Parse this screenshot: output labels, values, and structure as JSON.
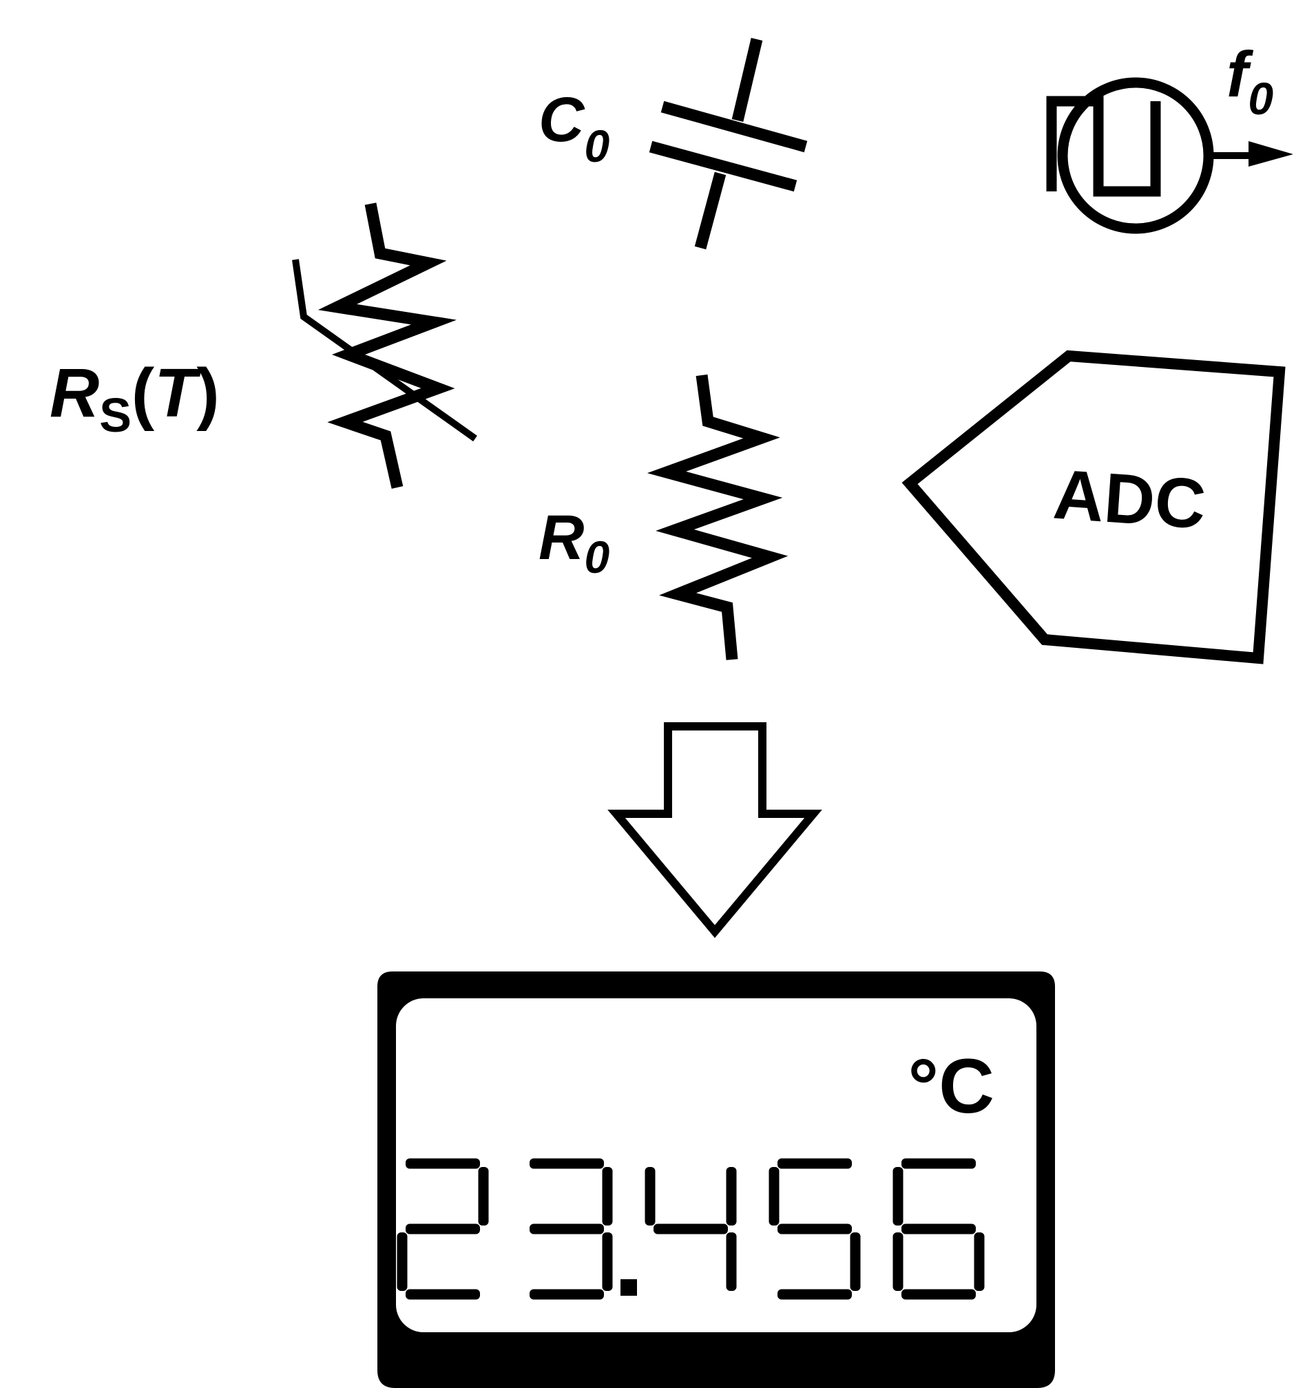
{
  "labels": {
    "capacitor": {
      "main": "C",
      "sub": "0"
    },
    "oscillator": {
      "main": "f",
      "sub": "0"
    },
    "thermistor": {
      "main": "R",
      "sub": "S",
      "open": "(",
      "var": "T",
      "close": ")"
    },
    "resistor": {
      "main": "R",
      "sub": "0"
    },
    "adc": "ADC"
  },
  "display": {
    "unit": "°C",
    "digits": [
      "2",
      "3",
      "4",
      "5",
      "6"
    ],
    "decimal_after_index": 1
  },
  "colors": {
    "ink": "#000000",
    "background": "#ffffff"
  }
}
